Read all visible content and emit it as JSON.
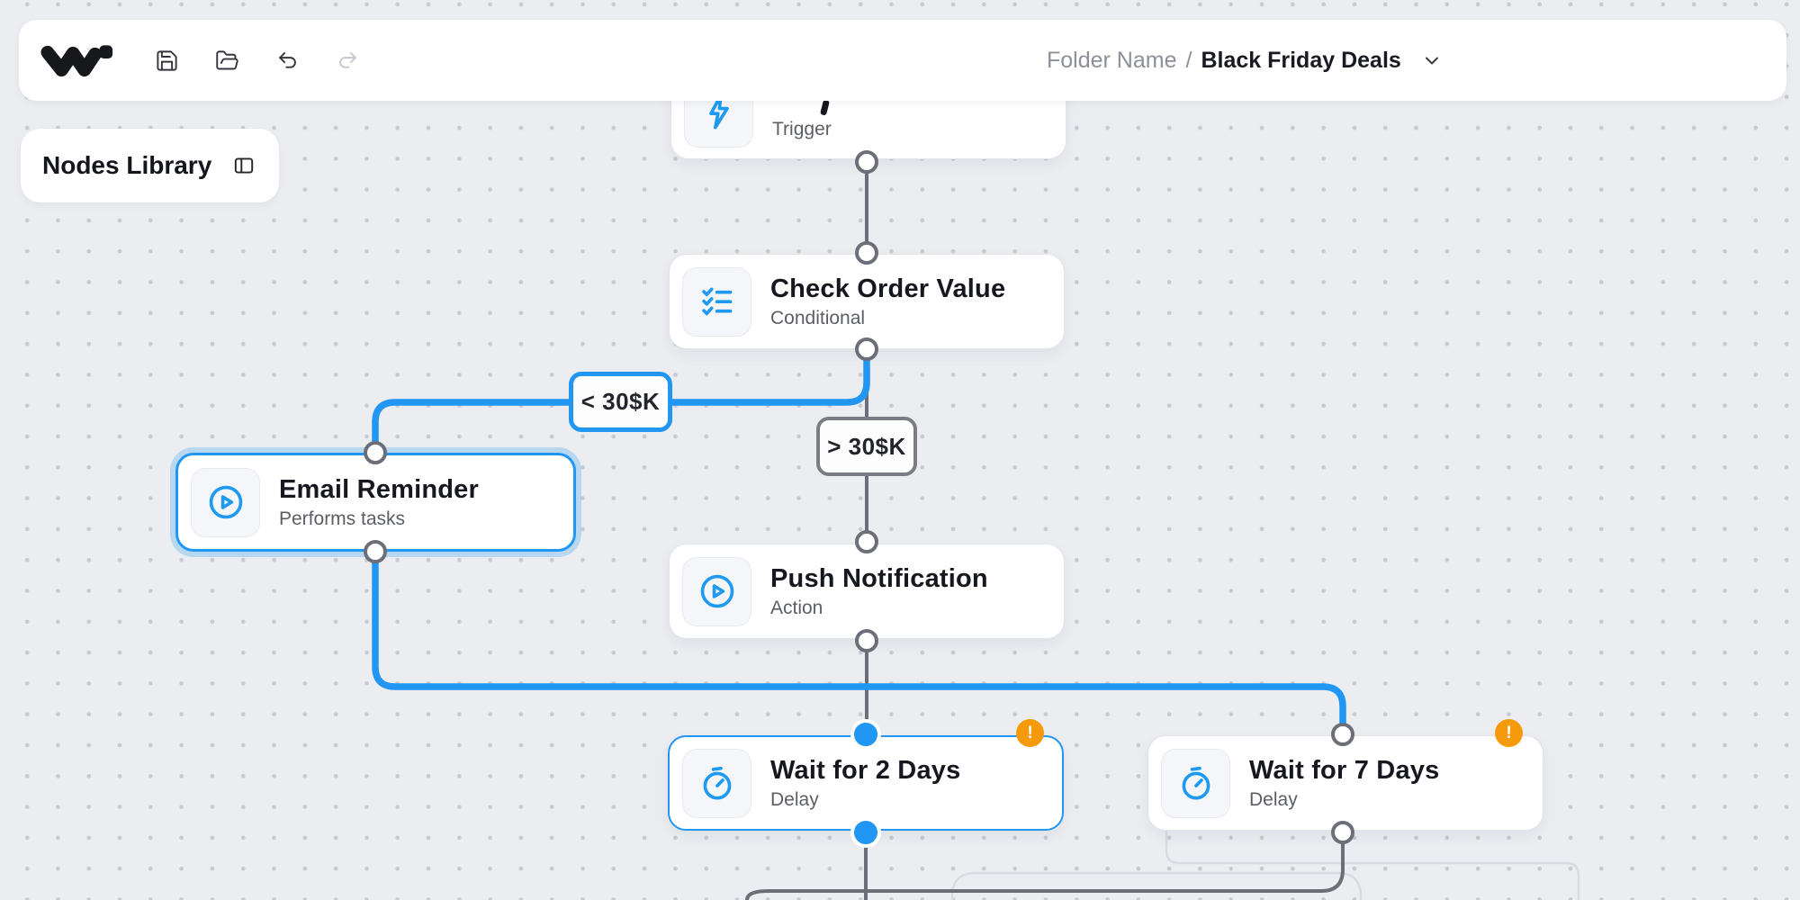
{
  "toolbar": {
    "breadcrumb": {
      "folder_label": "Folder Name",
      "separator": "/",
      "workflow_name": "Black Friday Deals"
    },
    "icons": [
      "w-logo",
      "save",
      "open-folder",
      "undo",
      "redo",
      "chevron-down"
    ]
  },
  "nodes_library": {
    "title": "Nodes Library",
    "icon": "panel-left"
  },
  "canvas": {
    "nodes": [
      {
        "id": "trigger",
        "title": "",
        "subtitle": "Trigger",
        "icon": "lightning-bolt",
        "state": "default"
      },
      {
        "id": "check-order-value",
        "title": "Check Order Value",
        "subtitle": "Conditional",
        "icon": "checklist",
        "state": "default"
      },
      {
        "id": "email-reminder",
        "title": "Email Reminder",
        "subtitle": "Performs tasks",
        "icon": "play-circle",
        "state": "selected"
      },
      {
        "id": "push-notification",
        "title": "Push Notification",
        "subtitle": "Action",
        "icon": "play-circle",
        "state": "default"
      },
      {
        "id": "wait-2-days",
        "title": "Wait for 2 Days",
        "subtitle": "Delay",
        "icon": "stopwatch",
        "state": "highlighted",
        "badge": "!"
      },
      {
        "id": "wait-7-days",
        "title": "Wait for 7 Days",
        "subtitle": "Delay",
        "icon": "stopwatch",
        "state": "default",
        "badge": "!"
      }
    ],
    "edge_labels": [
      {
        "id": "under-30k",
        "text": "< 30$K",
        "style": "blue"
      },
      {
        "id": "over-30k",
        "text": "> 30$K",
        "style": "gray"
      }
    ]
  },
  "colors": {
    "accent": "#2196f3",
    "warning": "#f59b0b",
    "edge_gray": "#6c6e78",
    "title": "#17181f",
    "subtitle": "#5c5e66",
    "canvas_bg": "#ebedf1",
    "dot": "#c7cad2"
  }
}
